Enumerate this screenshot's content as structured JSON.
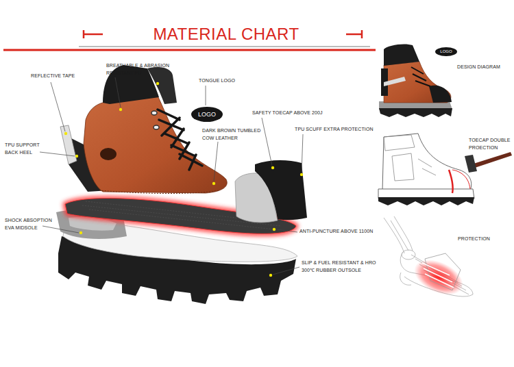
{
  "diagram": {
    "title": "MATERIAL CHART",
    "nodes": [
      {
        "text": [
          "LOGO"
        ]
      },
      {
        "text": [
          "LOGO"
        ]
      }
    ],
    "labels": [
      "REFLECTIVE TAPE",
      "BREATHABLE & ABRASION RESISTANT PU",
      "TONGUE LOGO",
      "SAFETY TOECAP ABOVE 200J",
      "DARK BROWN TUMBLED COW LEATHER",
      "TPU SCUFF EXTRA PROTECTION",
      "TPU SUPPORT BACK HEEL",
      "SHOCK ABSOPTION EVA MIDSOLE",
      "ANTI-PUNCTURE ABOVE 1100N",
      "SLIP & FUEL RESISTANT & HRO 300℃ RUBBER OUTSOLE",
      "DESIGN DIAGRAM",
      "TOECAP DOUBLE PROECTION",
      "PROTECTION"
    ]
  }
}
